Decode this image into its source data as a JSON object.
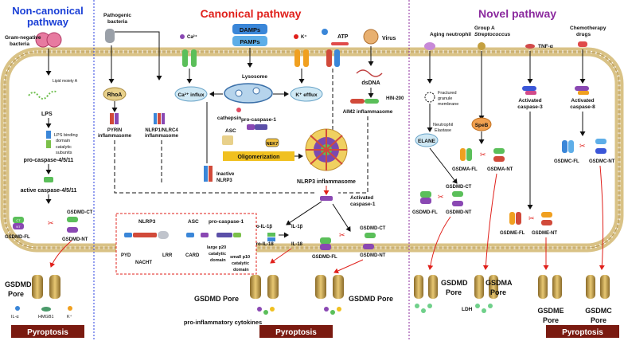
{
  "sections": {
    "left_title_1": "Non-canonical",
    "left_title_2": "pathway",
    "center_title": "Canonical pathway",
    "right_title": "Novel pathway"
  },
  "colors": {
    "left_title": "#1a3fd6",
    "center_title": "#e0201b",
    "right_title": "#8b2a9e",
    "pyroptosis_bg": "#7a1a10",
    "divider_left": "#2a3fe0",
    "divider_right": "#8b2a9e",
    "arrow_red": "#e0201b",
    "membrane": "#cfb77a"
  },
  "noncanonical": {
    "bacteria": "Gram-negative",
    "bacteria2": "bacteria",
    "lipid": "Lipid moiety A",
    "lps": "LPS",
    "lps_domain_1": "LPS binding",
    "lps_domain_2": "domain",
    "cat_1": "catalytic",
    "cat_2": "subunits",
    "procasp": "pro-caspase-4/5/11",
    "activecasp": "active caspase-4/5/11",
    "gsdmd_ct": "GSDMD-CT",
    "gsdmd_fl": "GSDMD-FL",
    "gsdmd_nt": "GSDMD-NT",
    "pore_1": "GSDMD",
    "pore_2": "Pore",
    "il": "IL-α",
    "hmgb": "HMGB1",
    "k": "K⁺"
  },
  "canonical": {
    "pathogenic_1": "Pathogenic",
    "pathogenic_2": "bacteria",
    "ca": "Ca²⁺",
    "damps": "DAMPs",
    "pamps": "PAMPs",
    "kplus": "K⁺",
    "atp": "ATP",
    "virus": "Virus",
    "rhoa": "RhoA",
    "pyrin_1": "PYRIN",
    "pyrin_2": "inflammasome",
    "nlrp1_1": "NLRP1/NLRC4",
    "nlrp1_2": "inflammasome",
    "ca_influx": "Ca²⁺ influx",
    "lysosome": "Lysosome",
    "k_efflux": "K⁺ efflux",
    "dsdna": "dsDNA",
    "hin": "HIN-200",
    "aim2": "AIM2 inflammasome",
    "cathepsin": "cathepsin",
    "procasp1": "pro-caspase-1",
    "asc": "ASC",
    "nek7": "NEK7",
    "oligo": "Oligomerization",
    "inactive_1": "Inactive",
    "inactive_2": "NLRP3",
    "nlrp3_inflam": "NLRP3 inflammasome",
    "activated_1": "Activated",
    "activated_2": "caspase-1",
    "proil1b": "pro-IL-1β",
    "il1b": "IL-1β",
    "proil18": "pro-IL-18",
    "il18": "IL-18",
    "gsdmd_ct": "GSDMD-CT",
    "gsdmd_fl": "GSDMD-FL",
    "gsdmd_nt": "GSDMD-NT",
    "pore_a": "GSDMD Pore",
    "pore_b": "GSDMD Pore",
    "cytokines": "pro-inflammatory cytokines",
    "legend": {
      "nlrp3": "NLRP3",
      "asc": "ASC",
      "procasp1": "pro-caspase-1",
      "pyd": "PYD",
      "nacht": "NACHT",
      "lrr": "LRR",
      "card": "CARD",
      "large_1": "large p20",
      "large_2": "catalytic",
      "large_3": "domain",
      "small_1": "small p10",
      "small_2": "catalytic",
      "small_3": "domain"
    }
  },
  "novel": {
    "aging": "Aging neutrophil",
    "groupa_1": "Group A",
    "groupa_2": "Streptococcus",
    "tnf": "TNF-α",
    "chemo_1": "Chemotherapy",
    "chemo_2": "drugs",
    "fractured_1": "Fractured",
    "fractured_2": "granule",
    "fractured_3": "membrane",
    "neutro_1": "Neutrophil",
    "neutro_2": "Elastase",
    "elane": "ELANE",
    "speb": "SpeB",
    "act3_1": "Activated",
    "act3_2": "caspase-3",
    "act8_1": "Activated",
    "act8_2": "caspase-8",
    "gsdmd_ct": "GSDMD-CT",
    "gsdmd_fl": "GSDMD-FL",
    "gsdmd_nt": "GSDMD-NT",
    "gsdma_fl": "GSDMA-FL",
    "gsdma_nt": "GSDMA-NT",
    "gsdme_fl": "GSDME-FL",
    "gsdme_nt": "GSDME-NT",
    "gsdmc_fl": "GSDMC-FL",
    "gsdmc_nt": "GSDMC-NT",
    "pore_d_1": "GSDMD",
    "pore_d_2": "Pore",
    "pore_a_1": "GSDMA",
    "pore_a_2": "Pore",
    "pore_e_1": "GSDME",
    "pore_e_2": "Pore",
    "pore_c_1": "GSDMC",
    "pore_c_2": "Pore",
    "ldh": "LDH"
  },
  "domains": {
    "ct": "CT",
    "nt": "NT"
  },
  "pyroptosis": [
    "Pyroptosis",
    "Pyroptosis",
    "Pyroptosis"
  ]
}
